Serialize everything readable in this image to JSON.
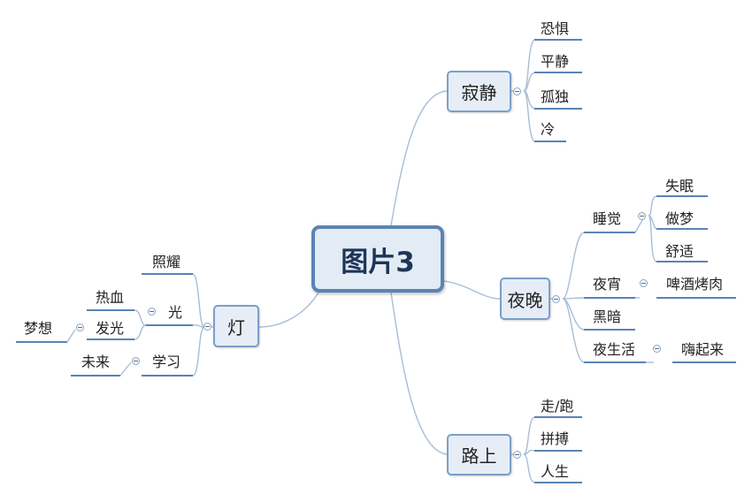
{
  "central": "图片3",
  "branches": {
    "jijing": {
      "label": "寂静",
      "children": [
        "恐惧",
        "平静",
        "孤独",
        "冷"
      ]
    },
    "yewan": {
      "label": "夜晚",
      "shuijiao": {
        "label": "睡觉",
        "children": [
          "失眠",
          "做梦",
          "舒适"
        ]
      },
      "yexiao": {
        "label": "夜宵",
        "children": [
          "啤酒烤肉"
        ]
      },
      "heian": {
        "label": "黑暗"
      },
      "yeshenghuo": {
        "label": "夜生活",
        "children": [
          "嗨起来"
        ]
      }
    },
    "lushang": {
      "label": "路上",
      "children": [
        "走/跑",
        "拼搏",
        "人生"
      ]
    },
    "deng": {
      "label": "灯",
      "zhaoyao": {
        "label": "照耀"
      },
      "guang": {
        "label": "光",
        "rexue": {
          "label": "热血"
        },
        "faguang": {
          "label": "发光",
          "children": [
            "梦想"
          ]
        }
      },
      "xuexi": {
        "label": "学习",
        "children": [
          "未来"
        ]
      }
    }
  },
  "colors": {
    "line": "#a9bdd6",
    "underline": "#5b83b5",
    "node_fill": "#e6edf6",
    "node_border": "#7b9fc8"
  }
}
